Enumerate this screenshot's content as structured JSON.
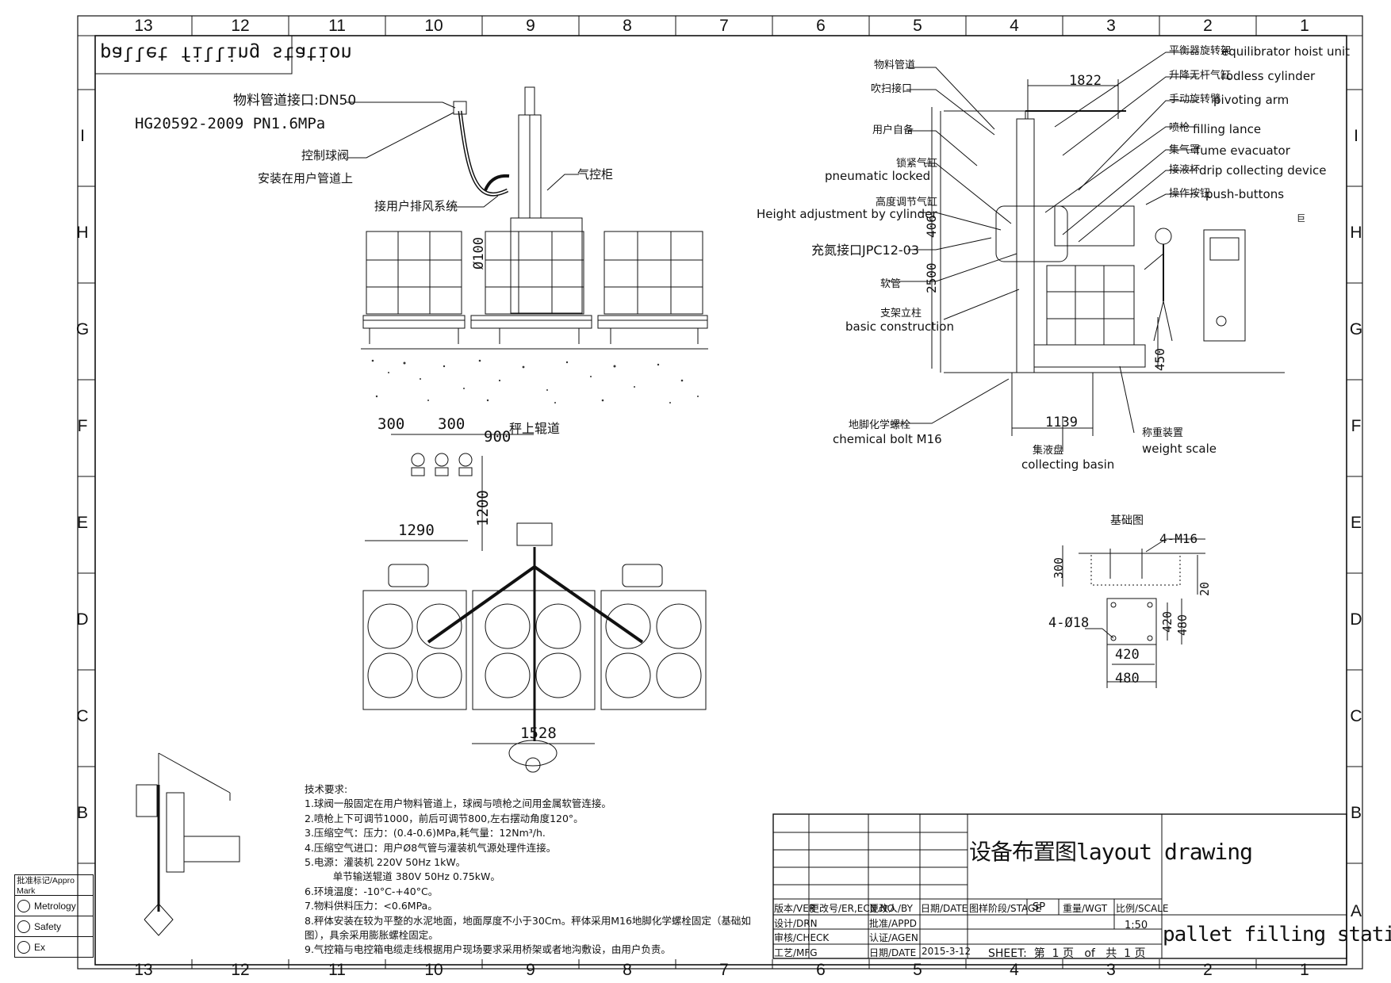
{
  "zones": {
    "columns": [
      "13",
      "12",
      "11",
      "10",
      "9",
      "8",
      "7",
      "6",
      "5",
      "4",
      "3",
      "2",
      "1"
    ],
    "rows": [
      "I",
      "H",
      "G",
      "F",
      "E",
      "D",
      "C",
      "B",
      "A"
    ]
  },
  "title_mirrored": "pallet filling station",
  "front_view": {
    "pipe_interface": "物料管道接口:DN50",
    "pipe_standard": "HG20592-2009 PN1.6MPa",
    "ball_valve": "控制球阀",
    "install_note": "安装在用户管道上",
    "exhaust": "接用户排风系统",
    "gas_cabinet": "气控柜",
    "diameter": "Ø100"
  },
  "top_view": {
    "dim_300a": "300",
    "dim_300b": "300",
    "dim_900": "900",
    "scale_roller": "秤上辊道",
    "dim_1200": "1200",
    "dim_1290": "1290",
    "dim_1528": "1528"
  },
  "side_view": {
    "dim_1822": "1822",
    "dim_406": "406",
    "dim_2500": "2500",
    "dim_450": "450",
    "dim_1139": "1139",
    "labels_left": [
      {
        "cn": "物料管道",
        "en": ""
      },
      {
        "cn": "吹扫接口",
        "en": ""
      },
      {
        "cn": "用户自备",
        "en": ""
      },
      {
        "cn": "锁紧气缸",
        "en": "pneumatic locked"
      },
      {
        "cn": "高度调节气缸",
        "en": "Height adjustment by cylinder"
      },
      {
        "cn": "充氮接口JPC12-03",
        "en": ""
      },
      {
        "cn": "软管",
        "en": ""
      },
      {
        "cn": "支架立柱",
        "en": "basic construction"
      },
      {
        "cn": "地脚化学螺栓",
        "en": "chemical bolt M16"
      }
    ],
    "labels_right": [
      {
        "cn": "平衡器旋转架",
        "en": "equilibrator hoist unit"
      },
      {
        "cn": "升降无杆气缸",
        "en": "rodless cylinder"
      },
      {
        "cn": "手动旋转臂",
        "en": "pivoting arm"
      },
      {
        "cn": "喷枪",
        "en": "filling lance"
      },
      {
        "cn": "集气罩",
        "en": "fume evacuator"
      },
      {
        "cn": "接液杯",
        "en": "drip collecting device"
      },
      {
        "cn": "操作按钮",
        "en": "push-buttons"
      }
    ],
    "collecting_cn": "集液盘",
    "collecting_en": "collecting basin",
    "scale_cn": "称重装置",
    "scale_en": "weight scale",
    "mark_ju": "巨"
  },
  "foundation": {
    "title": "基础图",
    "bolt": "4-M16",
    "dim_300": "300",
    "dim_20": "20",
    "holes": "4-Ø18",
    "dim_420a": "420",
    "dim_480a": "480",
    "dim_420b": "420",
    "dim_480b": "480"
  },
  "requirements": {
    "heading": "技术要求:",
    "items": [
      "1.球阀一般固定在用户物料管道上，球阀与喷枪之间用金属软管连接。",
      "2.喷枪上下可调节1000，前后可调节800,左右摆动角度120°。",
      "3.压缩空气：压力：(0.4-0.6)MPa,耗气量：12Nm³/h.",
      "4.压缩空气进口：用户Ø8气管与灌装机气源处理件连接。",
      "5.电源：灌装机 220V   50Hz 1kW。",
      "         单节输送辊道 380V 50Hz 0.75kW。",
      "6.环境温度：-10°C-+40°C。",
      "7.物料供料压力：<0.6MPa。",
      "8.秤体安装在较为平整的水泥地面，地面厚度不小于30Cm。秤体采用M16地脚化学螺栓固定（基础如",
      "图），具余采用膨胀螺栓固定。",
      "9.气控箱与电控箱电缆走线根据用户现场要求采用桥架或者地沟敷设，由用户负责。"
    ]
  },
  "approvals": {
    "header": "批准标记/Appro Mark",
    "items": [
      "Metrology",
      "Safety",
      "Ex"
    ]
  },
  "title_block": {
    "drawing_title": "设备布置图layout drawing",
    "ver": "版本/VER",
    "er": "更改号/ER,ECN.NO.",
    "by": "更改人/BY",
    "date_h": "日期/DATE",
    "drn": "设计/DRN",
    "check": "审核/CHECK",
    "mfg": "工艺/MFG",
    "appd": "批准/APPD",
    "agen": "认证/AGEN",
    "date": "日期/DATE",
    "date_value": "2015-3-12",
    "stage": "图样阶段/STAGE",
    "stage_value": "SP",
    "wgt": "重量/WGT",
    "scale": "比例/SCALE",
    "scale_value": "1:50",
    "sheet": "SHEET:  第  1 页   of   共  1 页",
    "name": "pallet filling station"
  }
}
